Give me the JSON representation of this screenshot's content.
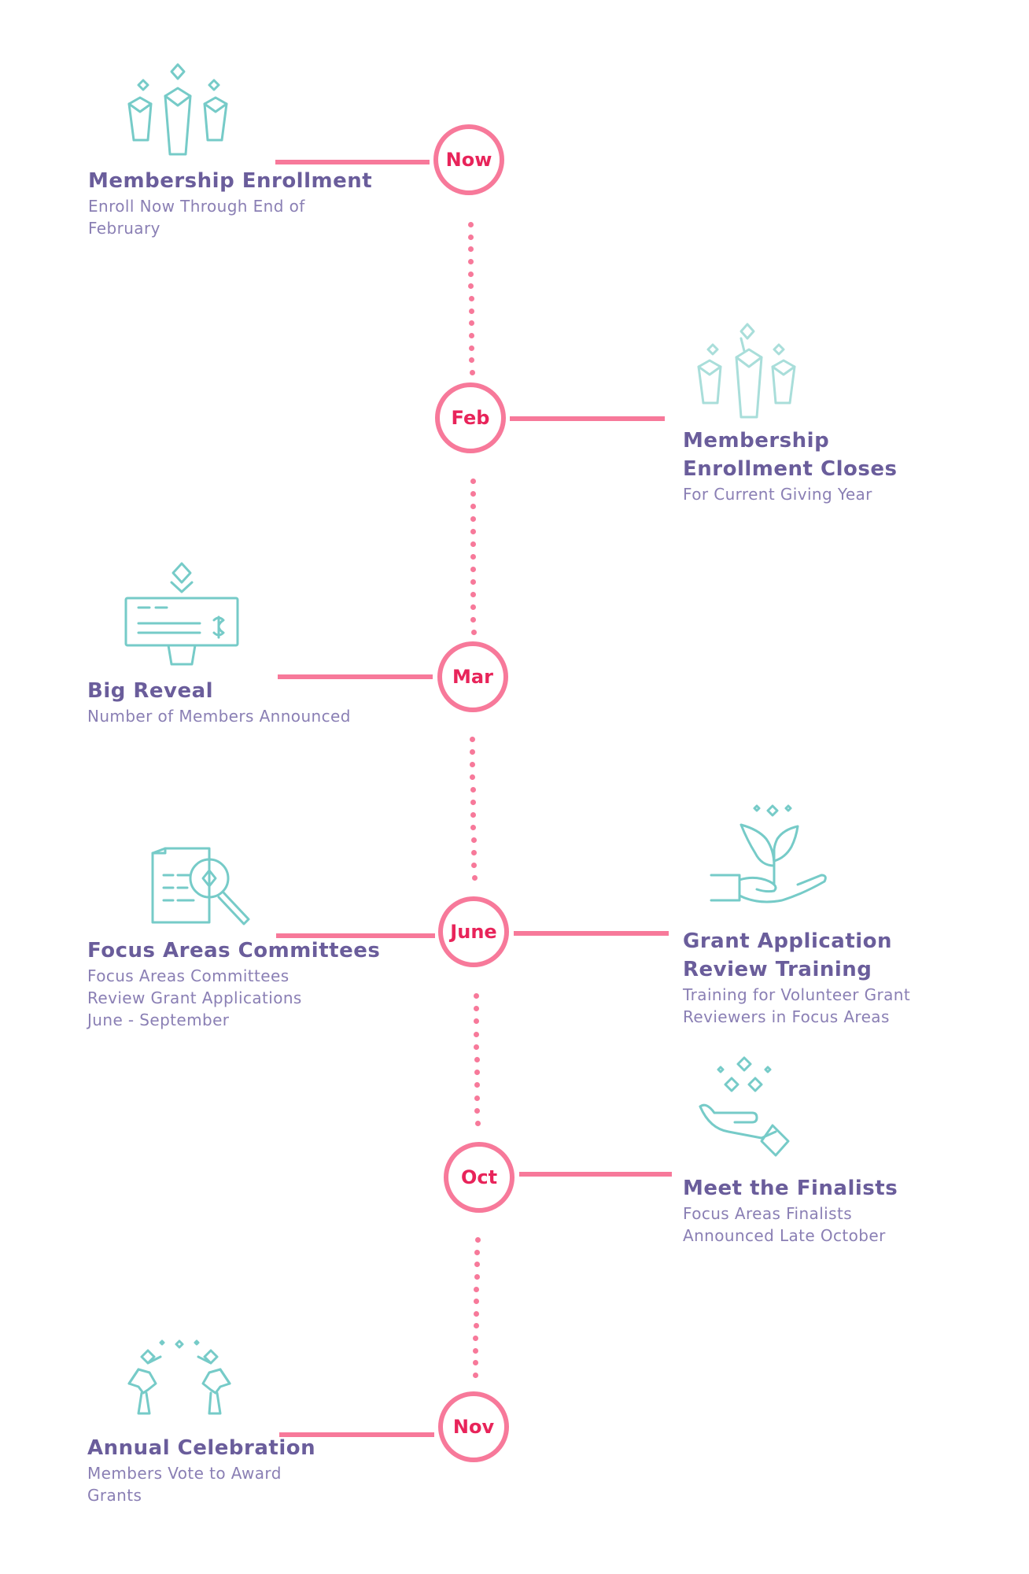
{
  "colors": {
    "line": "#f7799a",
    "month_text": "#e8245a",
    "title": "#6a5d9b",
    "description": "#8a7fb4",
    "icon": "#76cbc8"
  },
  "milestones": [
    {
      "month": "Now",
      "title": "Membership Enrollment",
      "description": [
        "Enroll Now Through End of",
        "February"
      ],
      "icon": "diamond-people-icon"
    },
    {
      "month": "Feb",
      "title": [
        "Membership",
        "Enrollment Closes"
      ],
      "description": [
        "For Current Giving Year"
      ],
      "icon": "diamond-people-icon"
    },
    {
      "month": "Mar",
      "title": "Big Reveal",
      "description": [
        "Number of Members Announced"
      ],
      "icon": "check-sign-icon"
    },
    {
      "month": "June",
      "title": "Focus Areas Committees",
      "description": [
        "Focus Areas Committees",
        "Review Grant Applications",
        "June - September"
      ],
      "icon": "document-search-icon",
      "secondary": {
        "title": [
          "Grant Application",
          "Review Training"
        ],
        "description": [
          "Training for Volunteer Grant",
          "Reviewers in Focus Areas"
        ],
        "icon": "seedling-hand-icon"
      }
    },
    {
      "month": "Oct",
      "title": "Meet the Finalists",
      "description": [
        "Focus Areas Finalists",
        "Announced Late October"
      ],
      "icon": "sparkle-hand-icon"
    },
    {
      "month": "Nov",
      "title": "Annual Celebration",
      "description": [
        "Members Vote to Award",
        "Grants"
      ],
      "icon": "celebration-people-icon"
    }
  ]
}
